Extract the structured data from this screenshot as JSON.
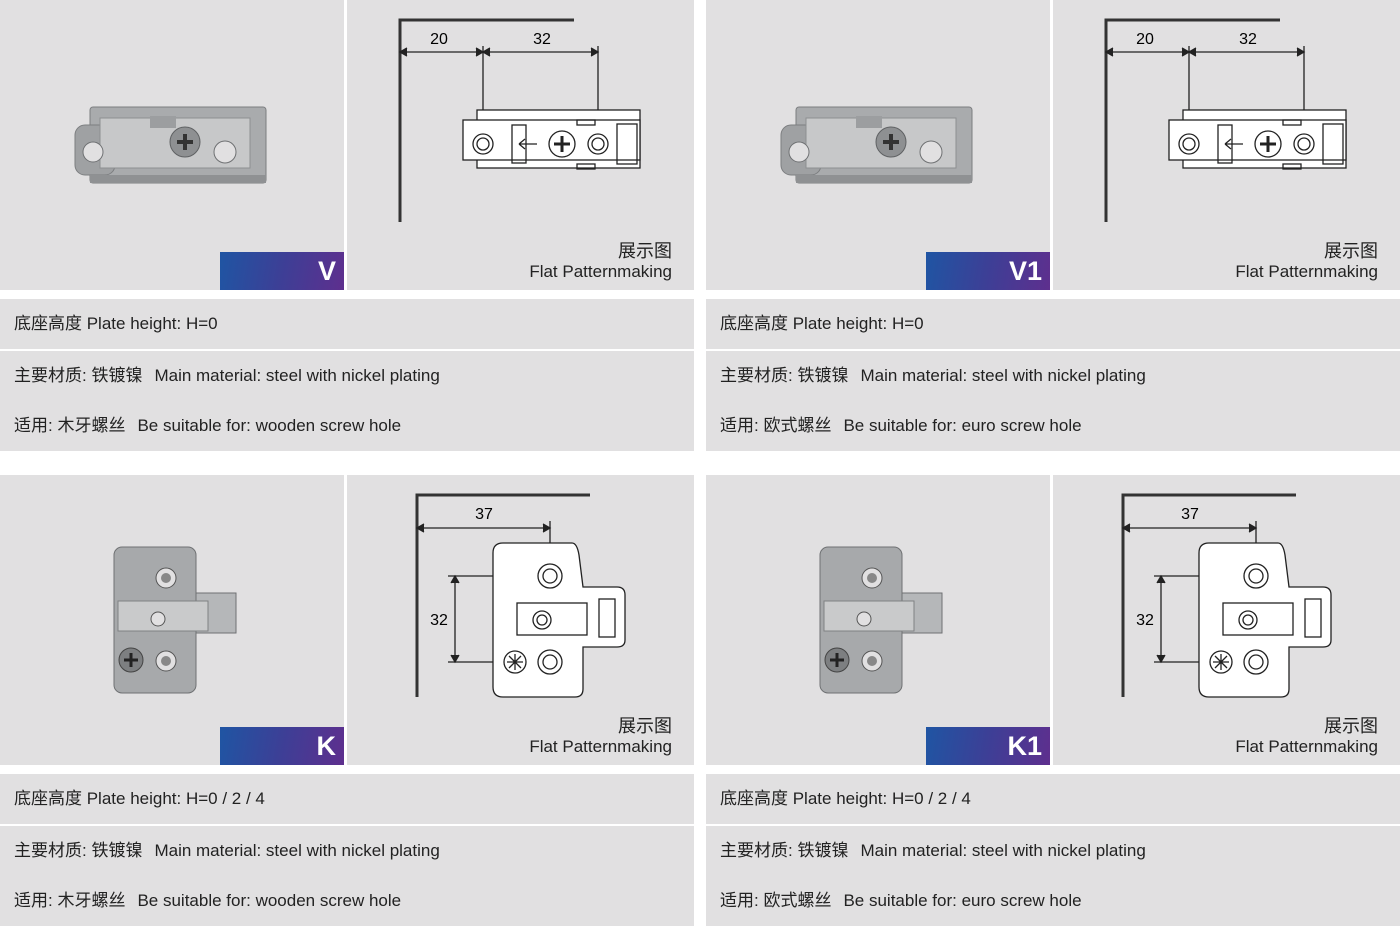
{
  "caption_cn": "展示图",
  "caption_en": "Flat Patternmaking",
  "cards": [
    {
      "model": "V",
      "type": "linear",
      "dims": [
        "20",
        "32"
      ],
      "height": "底座高度 Plate height: H=0",
      "material_cn": "主要材质: 铁镀镍",
      "material_en": "Main material: steel with nickel plating",
      "suitable_cn": "适用: 木牙螺丝",
      "suitable_en": "Be suitable for: wooden screw hole"
    },
    {
      "model": "V1",
      "type": "linear",
      "dims": [
        "20",
        "32"
      ],
      "height": "底座高度 Plate height: H=0",
      "material_cn": "主要材质: 铁镀镍",
      "material_en": "Main material: steel with nickel plating",
      "suitable_cn": "适用: 欧式螺丝",
      "suitable_en": "Be suitable for: euro screw hole"
    },
    {
      "model": "K",
      "type": "cross",
      "dims": [
        "37",
        "32"
      ],
      "height": "底座高度 Plate height: H=0 / 2 / 4",
      "material_cn": "主要材质: 铁镀镍",
      "material_en": "Main material: steel with nickel plating",
      "suitable_cn": "适用: 木牙螺丝",
      "suitable_en": "Be suitable for: wooden screw hole"
    },
    {
      "model": "K1",
      "type": "cross",
      "dims": [
        "37",
        "32"
      ],
      "height": "底座高度 Plate height: H=0 / 2 / 4",
      "material_cn": "主要材质: 铁镀镍",
      "material_en": "Main material: steel with nickel plating",
      "suitable_cn": "适用: 欧式螺丝",
      "suitable_en": "Be suitable for: euro screw hole"
    }
  ]
}
